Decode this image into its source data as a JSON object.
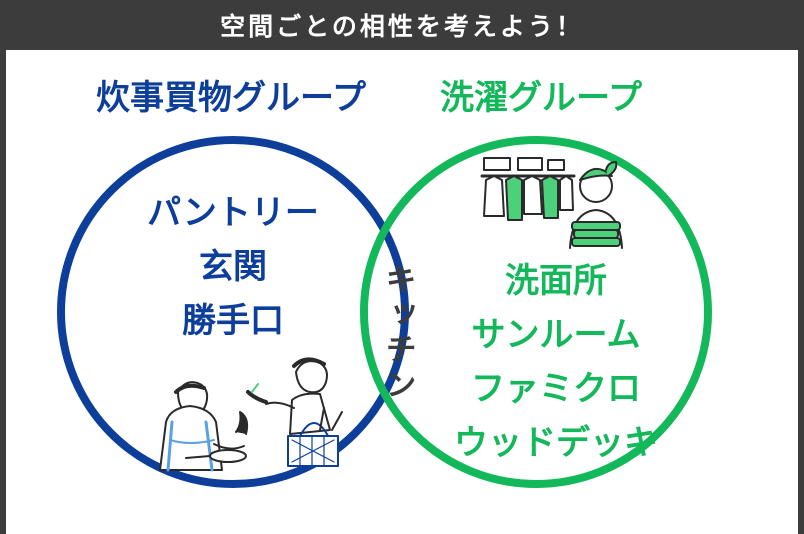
{
  "header": {
    "title": "空間ごとの相性を考えよう！"
  },
  "groups": {
    "cooking": {
      "title": "炊事買物グループ",
      "items": [
        "パントリー",
        "玄関",
        "勝手口"
      ]
    },
    "laundry": {
      "title": "洗濯グループ",
      "items": [
        "洗面所",
        "サンルーム",
        "ファミクロ",
        "ウッドデッキ"
      ]
    },
    "shared": {
      "label": "キッチン"
    }
  },
  "icons": [
    "cooking-person-icon",
    "shopping-person-icon",
    "laundry-rack-icon",
    "folded-towels-person-icon"
  ],
  "colors": {
    "header_bg": "#3c3c3c",
    "cooking": "#0d3f9a",
    "laundry": "#12b85a",
    "shared": "#3c3c3c",
    "accent_blue": "#5aa0e6",
    "accent_green": "#4cd07a"
  }
}
